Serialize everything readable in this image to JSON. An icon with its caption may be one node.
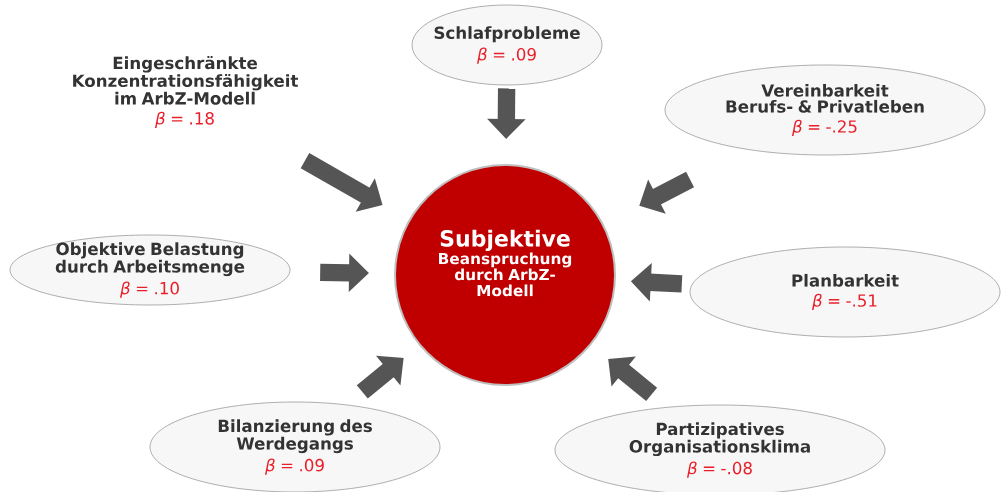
{
  "diagram": {
    "nodes": [
      {
        "text": [
          "Schlafprobleme",
          "*β* = .09"
        ]
      },
      {
        "text": [
          "Eingeschränkte Konzentrationsfähigkeit im ArbZ-Modell",
          "*β* = .18"
        ]
      },
      {
        "text": [
          "Vereinbarkeit Berufs- & Privatleben",
          "*β* = -.25"
        ]
      },
      {
        "text": [
          "Objektive Belastung durch Arbeitsmenge",
          "*β* = .10"
        ]
      },
      {
        "text": [
          "Subjektive",
          "Beanspruchung durch ArbZ-Modell"
        ]
      },
      {
        "text": [
          "Planbarkeit",
          "*β* = -.51"
        ]
      },
      {
        "text": [
          "Bilanzierung des Werdegangs",
          "*β* = .09"
        ]
      },
      {
        "text": [
          "Partizipatives Organisationsklima",
          "*β* = -.08"
        ]
      }
    ],
    "edges": [
      {
        "from": 0,
        "to": 4,
        "arrow": "to"
      },
      {
        "from": 1,
        "to": 4,
        "arrow": "to"
      },
      {
        "from": 2,
        "to": 4,
        "arrow": "to"
      },
      {
        "from": 3,
        "to": 4,
        "arrow": "to"
      },
      {
        "from": 5,
        "to": 4,
        "arrow": "to"
      },
      {
        "from": 6,
        "to": 4,
        "arrow": "to"
      },
      {
        "from": 7,
        "to": 4,
        "arrow": "to"
      }
    ]
  }
}
